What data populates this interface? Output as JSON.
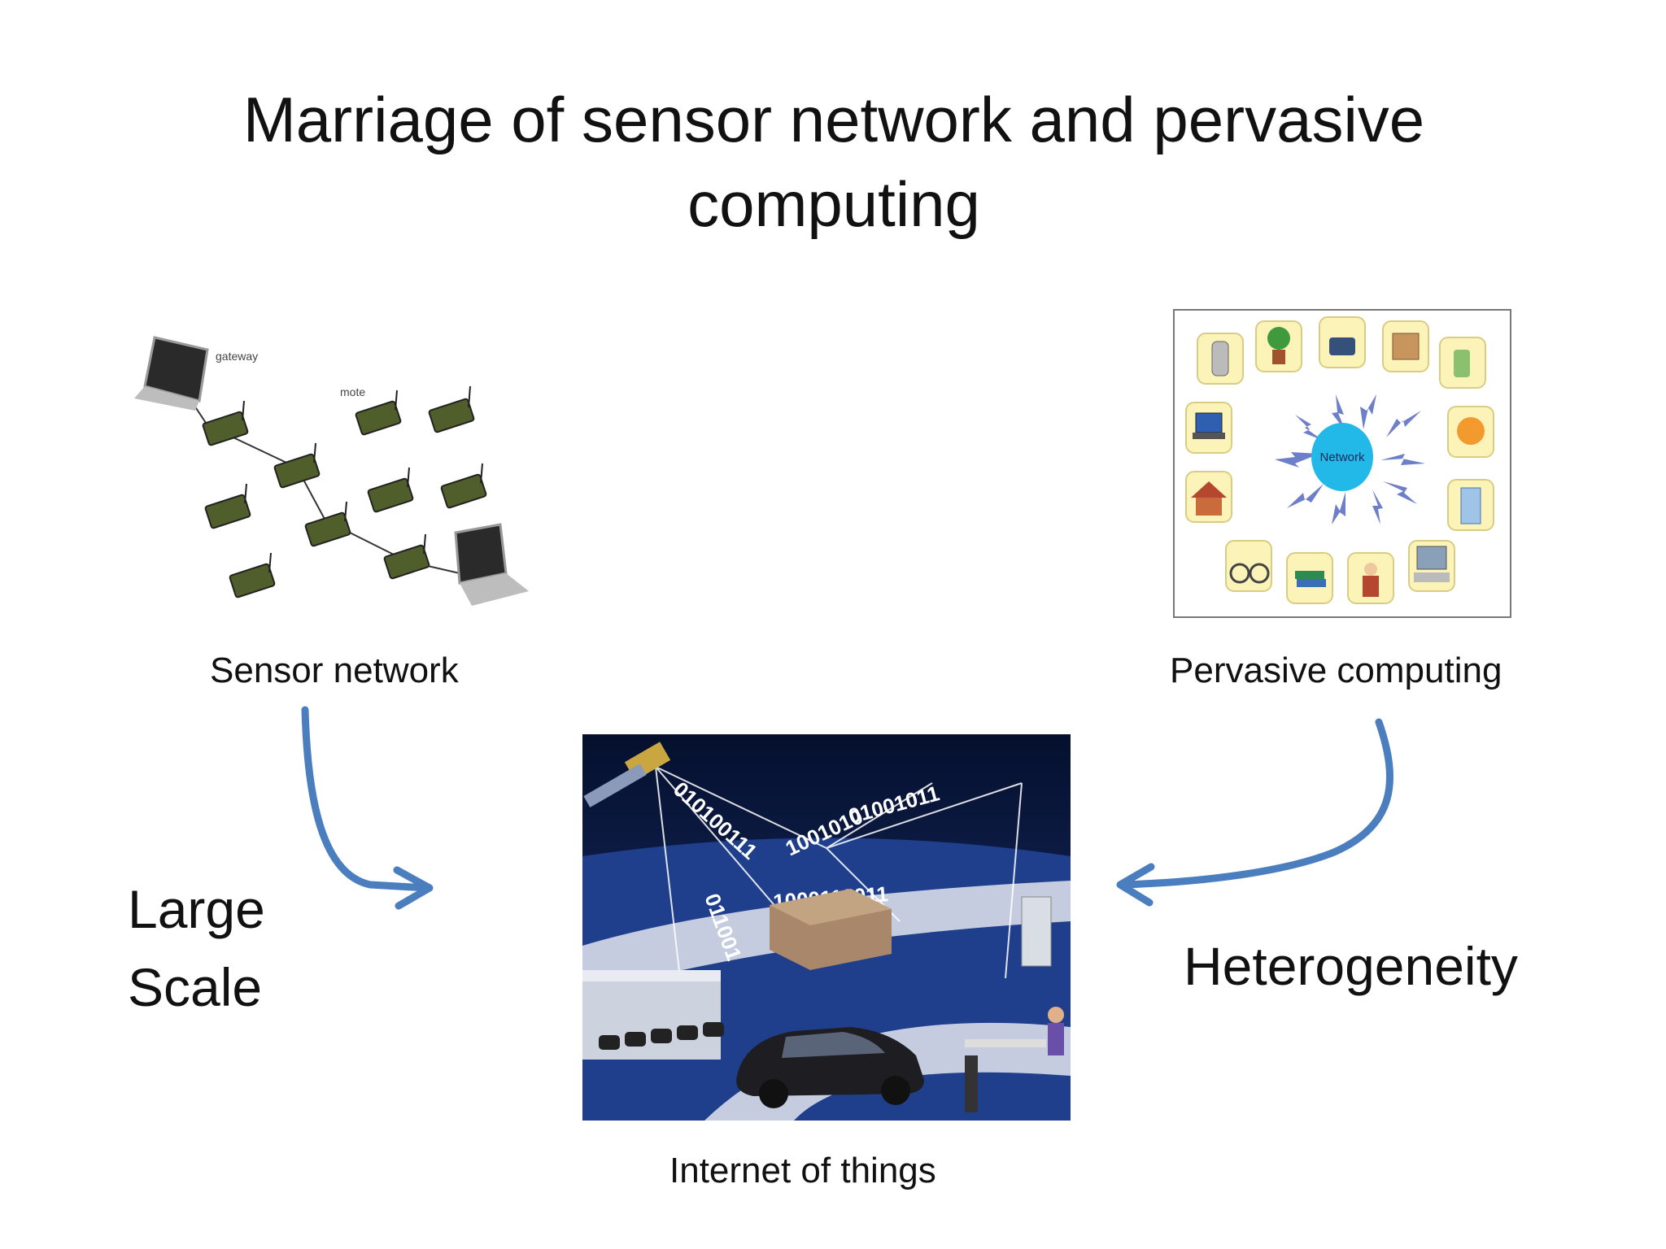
{
  "slide": {
    "title_line1": "Marriage of  sensor network and pervasive",
    "title_line2": "computing"
  },
  "captions": {
    "sensor": "Sensor network",
    "pervasive": "Pervasive computing",
    "iot": "Internet of things"
  },
  "side_labels": {
    "large_line1": "Large",
    "large_line2": "Scale",
    "heterogeneity": "Heterogeneity"
  },
  "sensor_figure": {
    "gateway_label": "gateway",
    "mote_label": "mote"
  },
  "pervasive_figure": {
    "hub_label": "Network"
  },
  "iot_figure": {
    "binary_1": "010100111",
    "binary_2": "1001010",
    "binary_3": "01001011",
    "binary_4": "1000110011",
    "binary_5": "011001"
  },
  "colors": {
    "arrow": "#4a7ebf",
    "hub": "#22b8e8",
    "iot_sky": "#0b1a40",
    "iot_road": "#2d4fa3"
  }
}
